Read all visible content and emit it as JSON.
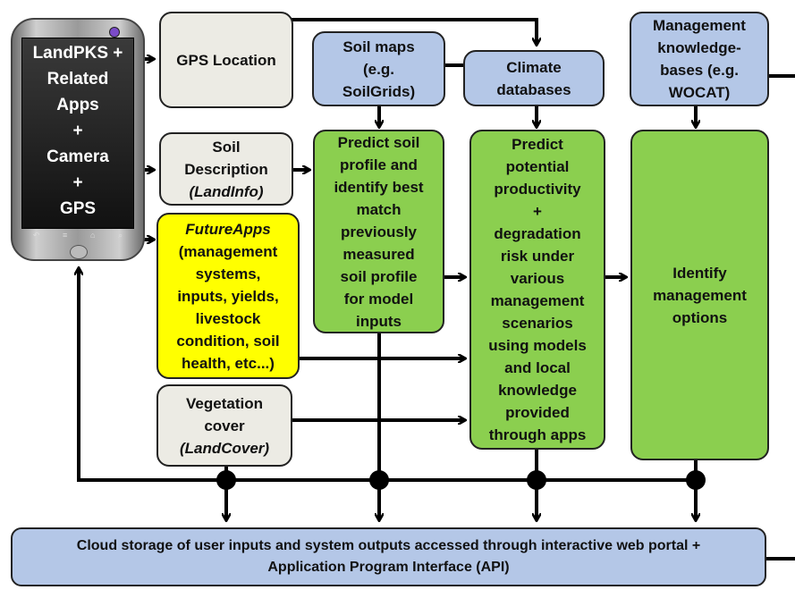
{
  "phone": {
    "lines": [
      "LandPKS +",
      "Related",
      "Apps",
      "+",
      "Camera",
      "+",
      "GPS"
    ],
    "nav_icons": [
      "back-icon",
      "menu-icon",
      "home-icon",
      "search-icon"
    ]
  },
  "gps": {
    "text": "GPS Location"
  },
  "soil_description": {
    "lines": [
      "Soil",
      "Description"
    ],
    "italic": "(LandInfo)"
  },
  "future_apps": {
    "italic": "FutureApps",
    "lines": [
      "(management",
      "systems,",
      "inputs, yields,",
      "livestock",
      "condition, soil",
      "health, etc...)"
    ]
  },
  "vegetation": {
    "lines": [
      "Vegetation",
      "cover"
    ],
    "italic": "(LandCover)"
  },
  "soil_maps": {
    "lines": [
      "Soil maps",
      "(e.g.",
      "SoilGrids)"
    ]
  },
  "climate": {
    "lines": [
      "Climate",
      "databases"
    ]
  },
  "management_kb": {
    "lines": [
      "Management",
      "knowledge-",
      "bases (e.g.",
      "WOCAT)"
    ]
  },
  "predict_soil": {
    "lines": [
      "Predict soil",
      "profile and",
      "identify best",
      "match",
      "previously",
      "measured",
      "soil profile",
      "for model",
      "inputs"
    ]
  },
  "predict_productivity": {
    "lines": [
      "Predict",
      "potential",
      "productivity",
      "+",
      "degradation",
      "risk under",
      "various",
      "management",
      "scenarios",
      "using models",
      "and local",
      "knowledge",
      "provided",
      "through apps"
    ]
  },
  "identify": {
    "lines": [
      "Identify",
      "management",
      "options"
    ]
  },
  "cloud": {
    "lines": [
      "Cloud storage of user inputs and system outputs accessed through interactive web portal +",
      "Application Program Interface (API)"
    ]
  },
  "colors": {
    "grey_box": "#ecebe4",
    "blue_box": "#b4c7e7",
    "green_box": "#8bcf4f",
    "yellow_box": "#ffff00",
    "line": "#000000"
  }
}
